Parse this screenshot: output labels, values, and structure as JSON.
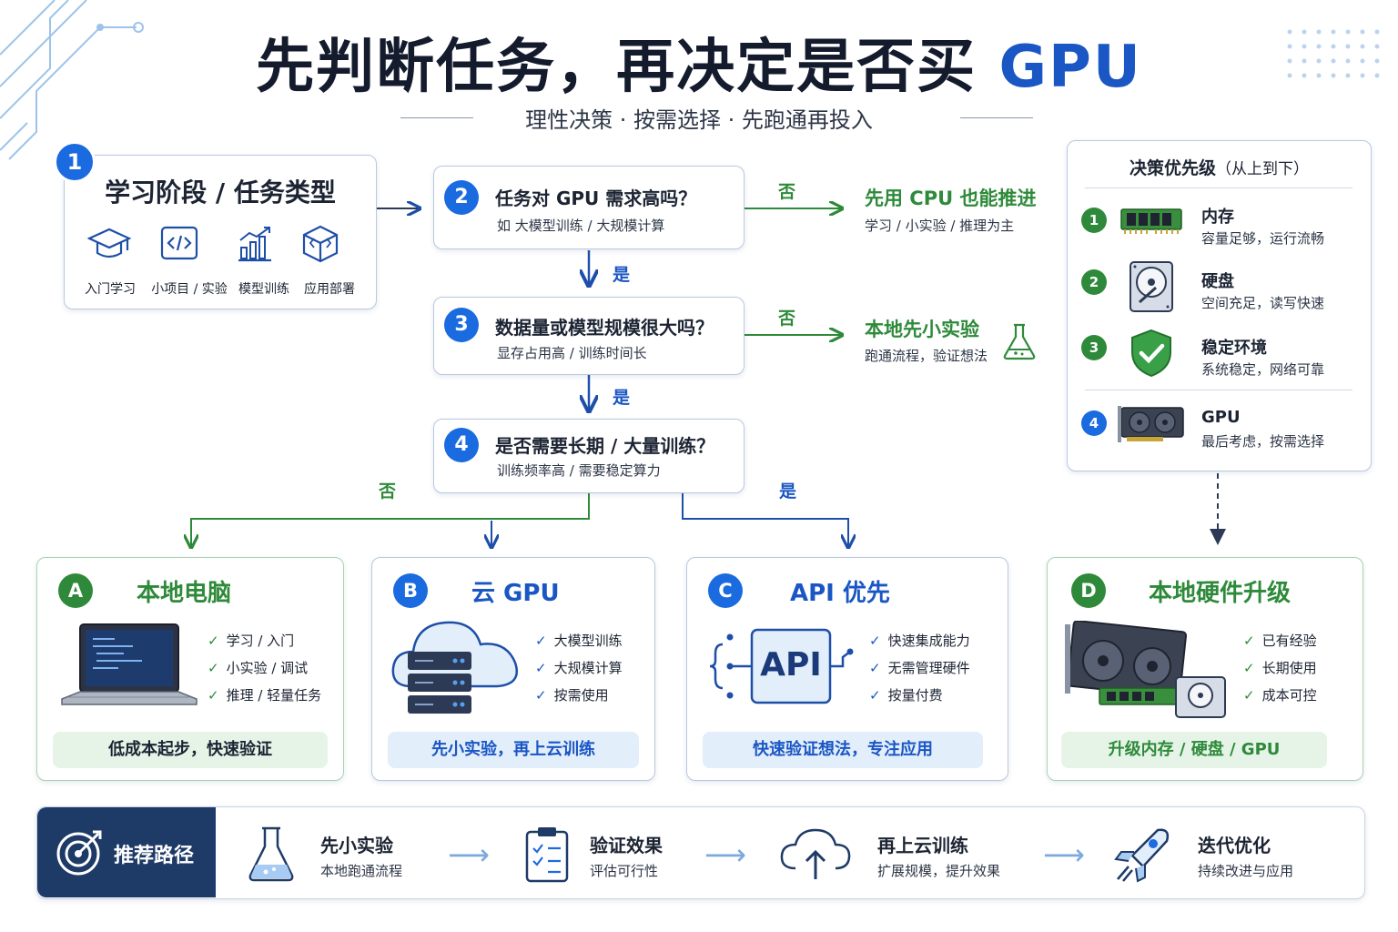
{
  "header": {
    "title_main": "先判断任务，再决定是否买",
    "title_accent": "GPU",
    "subtitle": "理性决策 · 按需选择 · 先跑通再投入"
  },
  "step1": {
    "number": "1",
    "title": "学习阶段 / 任务类型",
    "tasks": [
      {
        "label": "入门学习",
        "icon": "graduation-cap-icon"
      },
      {
        "label": "小项目 / 实验",
        "icon": "code-icon"
      },
      {
        "label": "模型训练",
        "icon": "bar-chart-icon"
      },
      {
        "label": "应用部署",
        "icon": "cube-icon"
      }
    ]
  },
  "questions": [
    {
      "number": "2",
      "title": "任务对 GPU 需求高吗？",
      "sub": "如 大模型训练 / 大规模计算"
    },
    {
      "number": "3",
      "title": "数据量或模型规模很大吗？",
      "sub": "显存占用高 / 训练时间长"
    },
    {
      "number": "4",
      "title": "是否需要长期 / 大量训练？",
      "sub": "训练频率高 / 需要稳定算力"
    }
  ],
  "branch_labels": {
    "no": "否",
    "yes": "是"
  },
  "outcomes": [
    {
      "title": "先用 CPU 也能推进",
      "sub": "学习 / 小实验 / 推理为主"
    },
    {
      "title": "本地先小实验",
      "sub": "跑通流程，验证想法",
      "icon": "flask-icon"
    }
  ],
  "priority": {
    "title": "决策优先级",
    "title_note": "（从上到下）",
    "items": [
      {
        "number": "1",
        "title": "内存",
        "sub": "容量足够，运行流畅",
        "icon": "memory-icon",
        "color": "#2e8a3a"
      },
      {
        "number": "2",
        "title": "硬盘",
        "sub": "空间充足，读写快速",
        "icon": "hard-disk-icon",
        "color": "#2e8a3a"
      },
      {
        "number": "3",
        "title": "稳定环境",
        "sub": "系统稳定，网络可靠",
        "icon": "shield-check-icon",
        "color": "#2e8a3a"
      },
      {
        "number": "4",
        "title": "GPU",
        "sub": "最后考虑，按需选择",
        "icon": "gpu-card-icon",
        "color": "#1a6ae0"
      }
    ]
  },
  "cards": [
    {
      "letter": "A",
      "title": "本地电脑",
      "checks": [
        "学习 / 入门",
        "小实验 / 调试",
        "推理 / 轻量任务"
      ],
      "summary": "低成本起步，快速验证",
      "icon": "laptop-icon",
      "accent": "#2e8a3a"
    },
    {
      "letter": "B",
      "title": "云 GPU",
      "checks": [
        "大模型训练",
        "大规模计算",
        "按需使用"
      ],
      "summary": "先小实验，再上云训练",
      "icon": "cloud-server-icon",
      "accent": "#1a6ae0"
    },
    {
      "letter": "C",
      "title": "API 优先",
      "checks": [
        "快速集成能力",
        "无需管理硬件",
        "按量付费"
      ],
      "summary": "快速验证想法，专注应用",
      "icon": "api-icon",
      "icon_text": "API",
      "accent": "#1a6ae0"
    },
    {
      "letter": "D",
      "title": "本地硬件升级",
      "checks": [
        "已有经验",
        "长期使用",
        "成本可控"
      ],
      "summary": "升级内存 / 硬盘 / GPU",
      "icon": "hardware-icon",
      "accent": "#2e8a3a"
    }
  ],
  "path": {
    "label": "推荐路径",
    "steps": [
      {
        "title": "先小实验",
        "sub": "本地跑通流程",
        "icon": "flask-icon"
      },
      {
        "title": "验证效果",
        "sub": "评估可行性",
        "icon": "clipboard-icon"
      },
      {
        "title": "再上云训练",
        "sub": "扩展规模，提升效果",
        "icon": "cloud-upload-icon"
      },
      {
        "title": "迭代优化",
        "sub": "持续改进与应用",
        "icon": "rocket-icon"
      }
    ]
  }
}
